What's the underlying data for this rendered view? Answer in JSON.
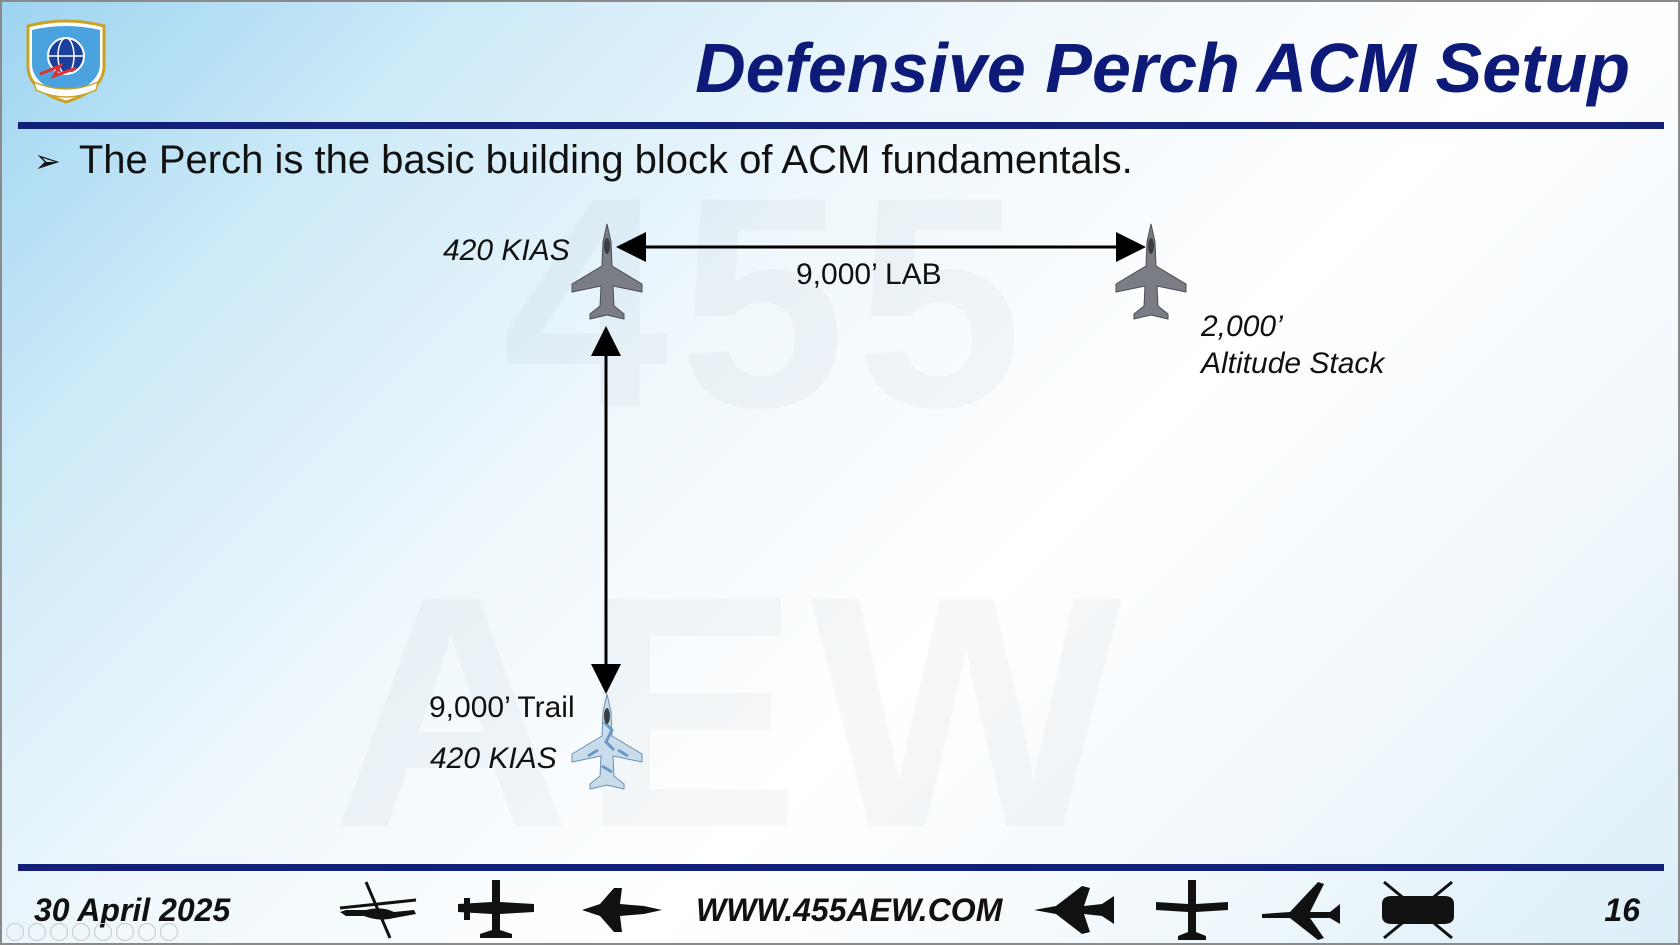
{
  "slide": {
    "title": "Defensive Perch ACM Setup",
    "watermark": {
      "line1": "455",
      "line2": "AEW"
    },
    "bullet": {
      "marker": "➢",
      "text": "The Perch is the basic building block of ACM fundamentals."
    },
    "diagram": {
      "lead_speed": "420 KIAS",
      "lab_distance": "9,000’ LAB",
      "stack_altitude": "2,000’",
      "stack_label": "Altitude Stack",
      "trail_distance": "9,000’ Trail",
      "trail_speed": "420 KIAS"
    },
    "footer": {
      "date": "30 April 2025",
      "website": "WWW.455AEW.COM",
      "page_number": "16"
    }
  },
  "colors": {
    "title": "#0d1a78",
    "rule": "#13207a",
    "jet_gray": "#7a7e84",
    "aggressor_blue": "#8fb6d6"
  },
  "icons": [
    "wing-emblem-icon",
    "f16-jet-icon",
    "aggressor-f16-icon",
    "helicopter-silhouette-icon",
    "transport-silhouette-icon",
    "fighter-silhouette-icon",
    "uav-silhouette-icon"
  ]
}
